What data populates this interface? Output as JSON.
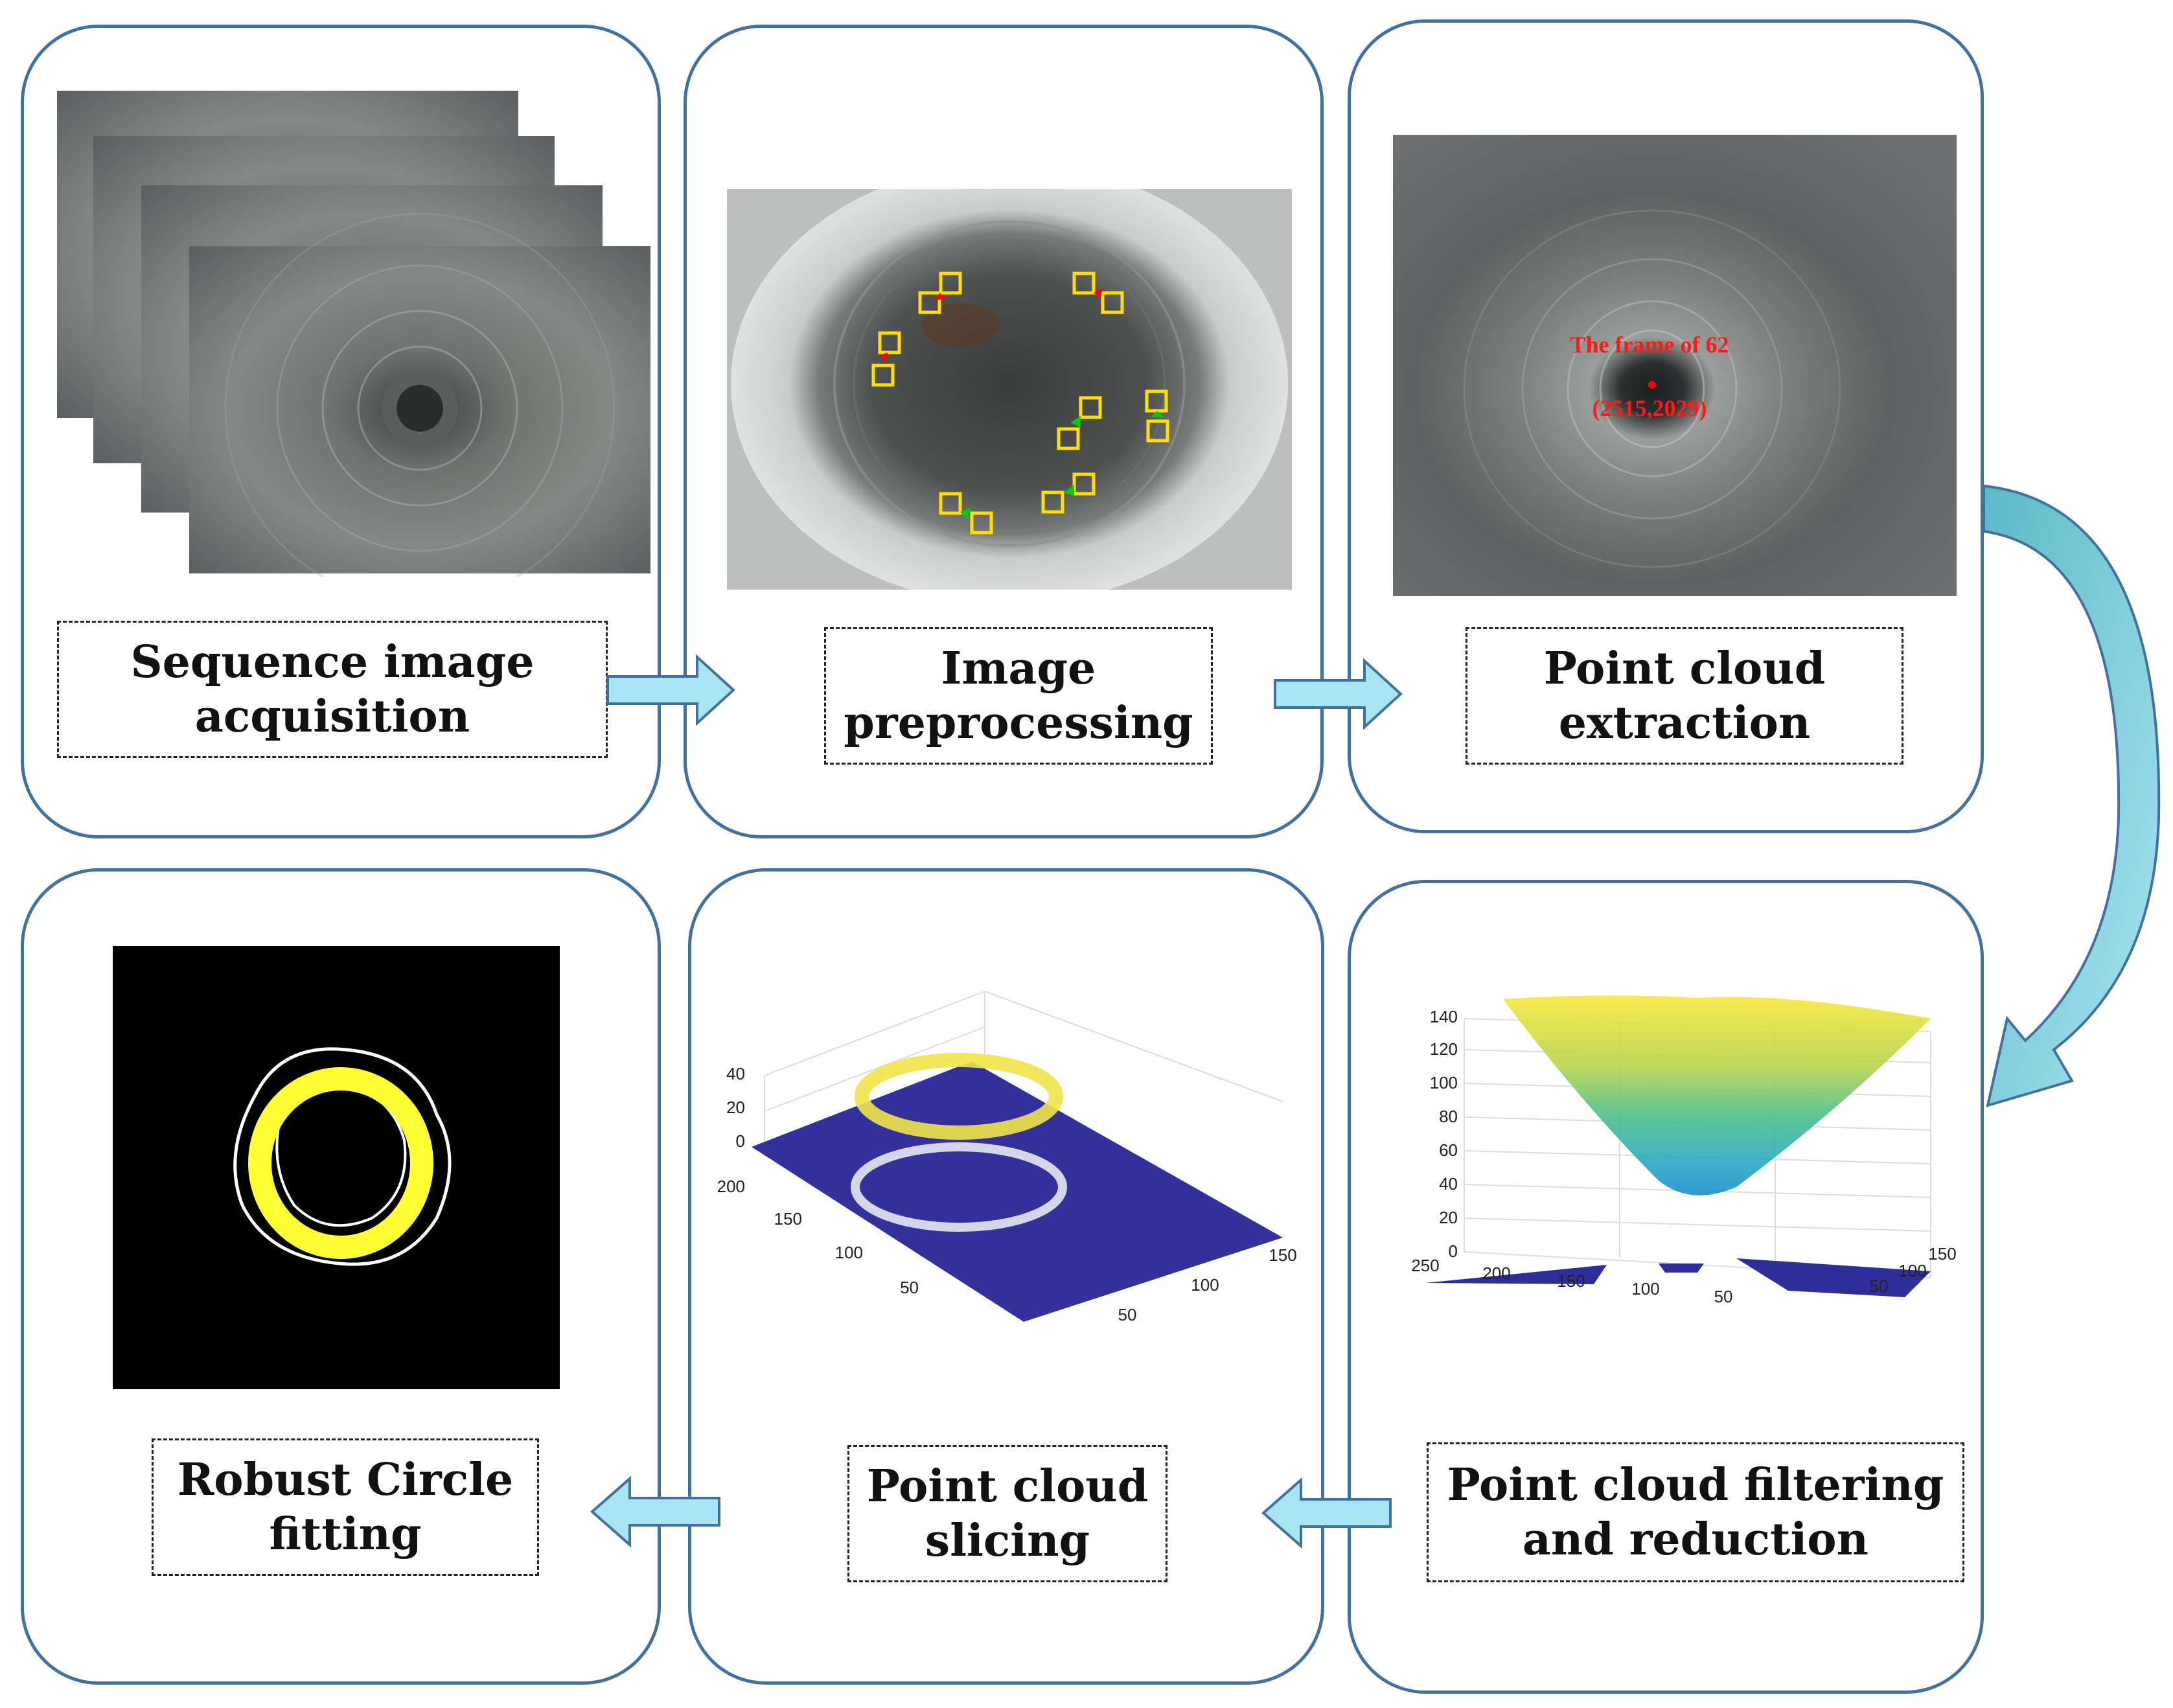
{
  "steps": {
    "acquisition": {
      "line1": "Sequence image",
      "line2": "acquisition"
    },
    "preprocessing": {
      "line1": "Image",
      "line2": "preprocessing"
    },
    "extraction": {
      "line1": "Point cloud",
      "line2": "extraction"
    },
    "filtering": {
      "line1": "Point cloud filtering",
      "line2": "and reduction"
    },
    "slicing": {
      "line1": "Point cloud",
      "line2": "slicing"
    },
    "fitting": {
      "line1": "Robust Circle",
      "line2": "fitting"
    }
  },
  "extraction_image": {
    "annotation": "The frame of 62",
    "coordinate": "(2515,2029)"
  },
  "filtering_plot": {
    "z_ticks": [
      "140",
      "120",
      "100",
      "80",
      "60",
      "40",
      "20",
      "0"
    ],
    "x_ticks": [
      "250",
      "200",
      "150",
      "100",
      "50"
    ],
    "y_ticks": [
      "150",
      "100",
      "50"
    ]
  },
  "slicing_plot": {
    "z_ticks": [
      "40",
      "20",
      "0"
    ],
    "x_ticks": [
      "200",
      "150",
      "100",
      "50"
    ],
    "y_ticks": [
      "150",
      "100",
      "50"
    ]
  },
  "colors": {
    "panel_border": "#41719c",
    "arrow_fill": "#a9e4f2",
    "arrow_stroke": "#41719c",
    "curve_arrow": "#5bb9c6",
    "point_base": "#2e2d9a",
    "fit_circle": "#ffff33",
    "marker_red": "#ff0000",
    "marker_green": "#00cc00",
    "box_yellow": "#ffe000"
  }
}
